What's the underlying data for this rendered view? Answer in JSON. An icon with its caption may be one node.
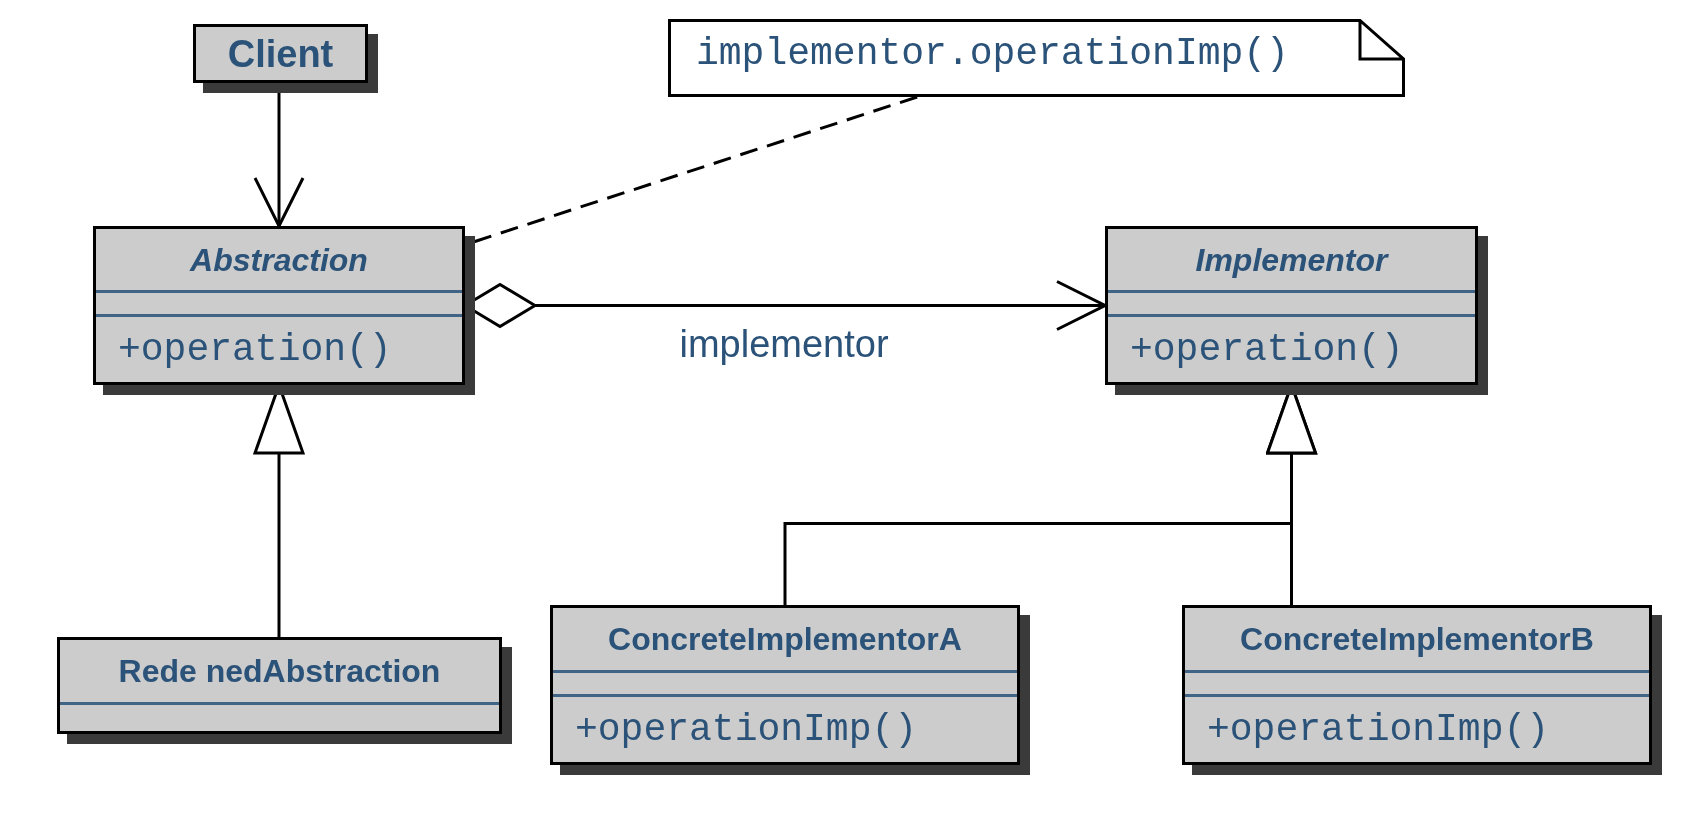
{
  "diagram": {
    "nodes": [
      {
        "text": [
          "Client"
        ]
      },
      {
        "text": [
          "implementor.operationImp()"
        ]
      },
      {
        "text": [
          "Abstraction",
          "+operation()"
        ]
      },
      {
        "text": [
          "Implementor",
          "+operation()"
        ]
      },
      {
        "text": [
          "Rede nedAbstraction"
        ]
      },
      {
        "text": [
          "ConcreteImplementorA",
          "+operationImp()"
        ]
      },
      {
        "text": [
          "ConcreteImplementorB",
          "+operationImp()"
        ]
      }
    ],
    "edges": [
      {
        "from": 0,
        "to": 2,
        "arrow": "to"
      },
      {
        "from": 1,
        "to": 2,
        "arrow": "none",
        "style": "dashed"
      },
      {
        "from": 2,
        "to": 3,
        "arrow": "to",
        "label": "implementor"
      },
      {
        "from": 4,
        "to": 2,
        "arrow": "to"
      },
      {
        "from": 5,
        "to": 3,
        "arrow": "to"
      },
      {
        "from": 6,
        "to": 3,
        "arrow": "to"
      }
    ]
  }
}
